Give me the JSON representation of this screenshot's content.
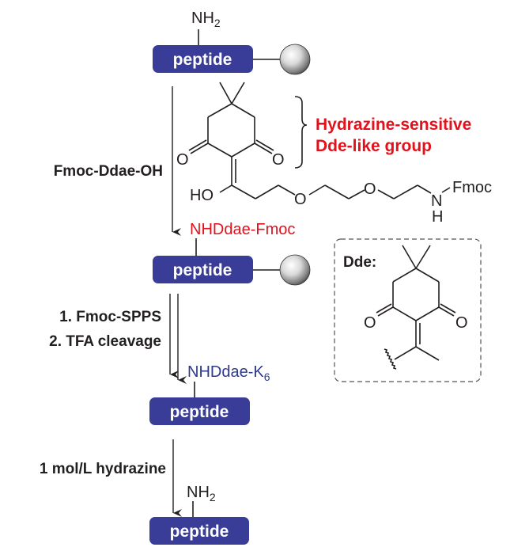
{
  "colors": {
    "peptide_fill": "#3a3d97",
    "highlight_red": "#e3111b",
    "product_blue": "#2e3a8c",
    "text_dark": "#231f20"
  },
  "peptide_label": "peptide",
  "step0": {
    "terminal_group": "NH",
    "terminal_sub": "2"
  },
  "reagent1": "Fmoc-Ddae-OH",
  "structure": {
    "atoms": {
      "o_left": "O",
      "o_right": "O",
      "ho": "HO",
      "o_ether1": "O",
      "o_ether2": "O",
      "n": "N",
      "h": "H",
      "fmoc": "Fmoc"
    },
    "annotation_line1": "Hydrazine-sensitive",
    "annotation_line2": "Dde-like group"
  },
  "step1": {
    "terminal_group": "NHDdae-Fmoc"
  },
  "reagent2": {
    "line1": "1. Fmoc-SPPS",
    "line2": "2. TFA cleavage"
  },
  "step2": {
    "terminal_group": "NHDdae-K",
    "terminal_sub": "6"
  },
  "reagent3": "1 mol/L hydrazine",
  "step3": {
    "terminal_group": "NH",
    "terminal_sub": "2"
  },
  "dde_box": {
    "title": "Dde:",
    "atoms": {
      "o_left": "O",
      "o_right": "O"
    }
  }
}
